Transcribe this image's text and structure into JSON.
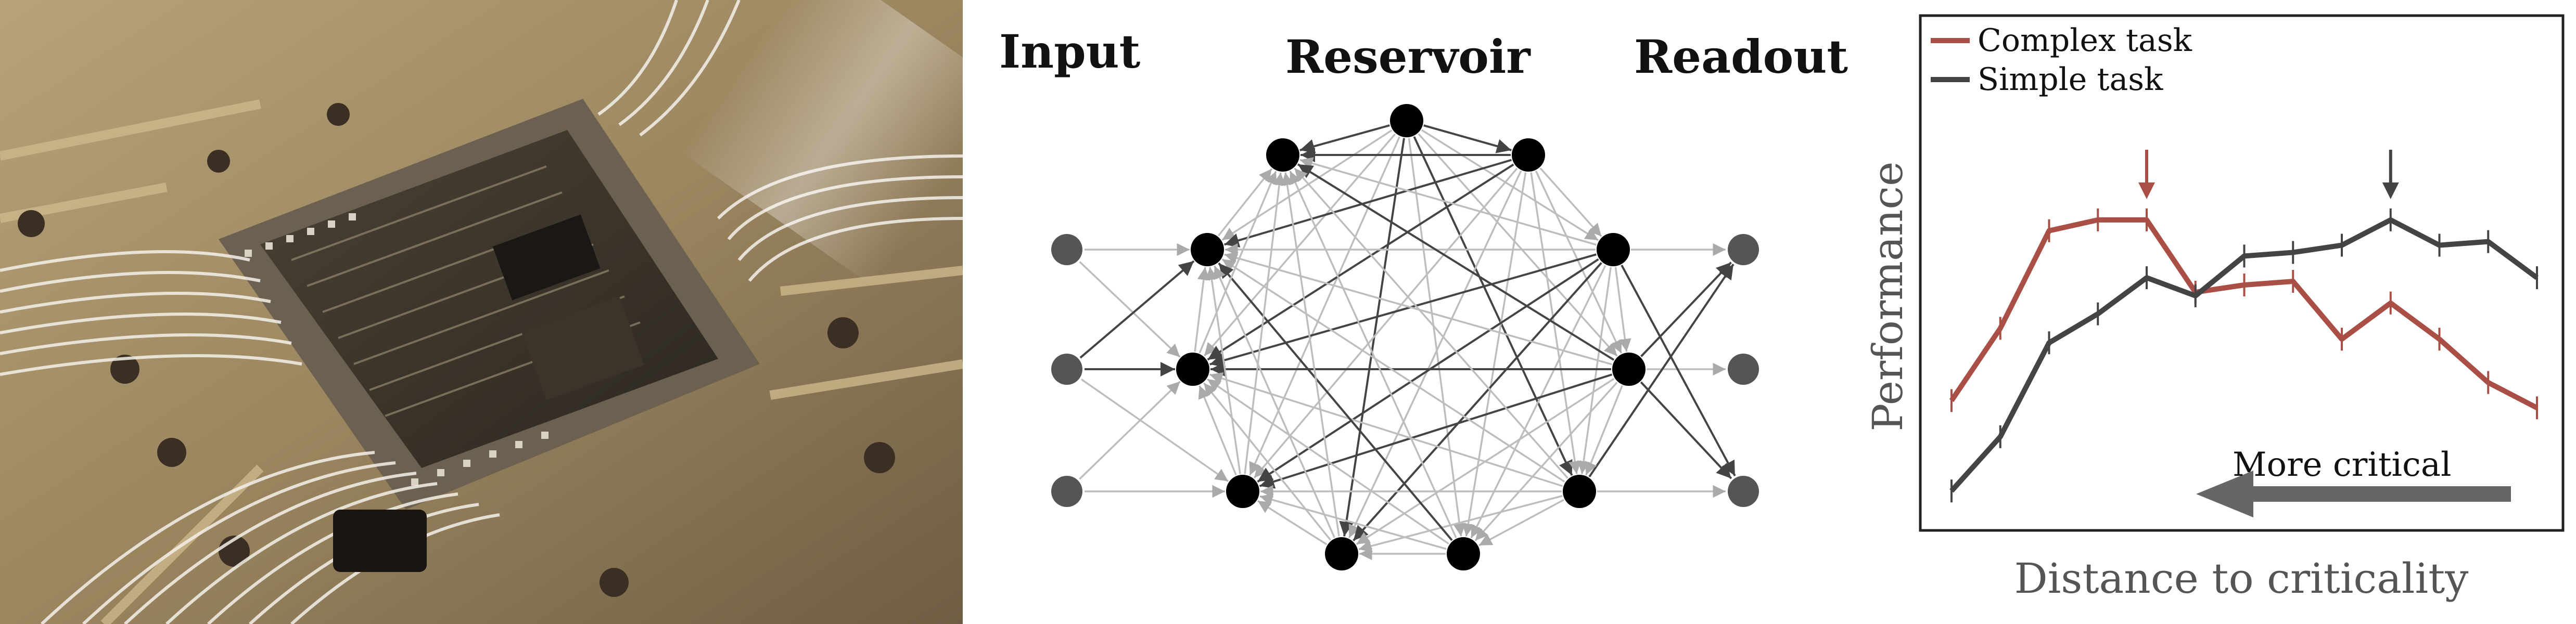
{
  "panels": {
    "photo": {
      "description_icon": "chip-photo"
    },
    "network": {
      "labels": {
        "input": "Input",
        "reservoir": "Reservoir",
        "readout": "Readout"
      },
      "colors": {
        "input_node": "#555555",
        "reservoir_node": "#000000",
        "readout_node": "#555555"
      }
    },
    "performance": {
      "xlabel": "Distance to criticality",
      "ylabel": "Performance",
      "legend": {
        "complex": "Complex task",
        "simple": "Simple task"
      },
      "annotation": "More critical",
      "colors": {
        "complex": "#a94f46",
        "simple": "#444444",
        "arrow": "#666666"
      }
    }
  },
  "chart_data": {
    "type": "line",
    "title": "",
    "xlabel": "Distance to criticality",
    "ylabel": "Performance",
    "ylim": [
      0,
      1
    ],
    "legend_position": "top-left",
    "series": [
      {
        "name": "Complex task",
        "x": [
          0,
          1,
          2,
          3,
          4,
          5,
          6,
          7,
          8,
          9,
          10,
          11,
          12
        ],
        "values": [
          0.28,
          0.48,
          0.75,
          0.78,
          0.78,
          0.58,
          0.6,
          0.61,
          0.45,
          0.55,
          0.45,
          0.33,
          0.26
        ],
        "marker_index": 4
      },
      {
        "name": "Simple task",
        "x": [
          0,
          1,
          2,
          3,
          4,
          5,
          6,
          7,
          8,
          9,
          10,
          11,
          12
        ],
        "values": [
          0.03,
          0.18,
          0.44,
          0.52,
          0.62,
          0.57,
          0.68,
          0.69,
          0.71,
          0.78,
          0.71,
          0.72,
          0.62
        ],
        "marker_index": 9
      }
    ]
  }
}
